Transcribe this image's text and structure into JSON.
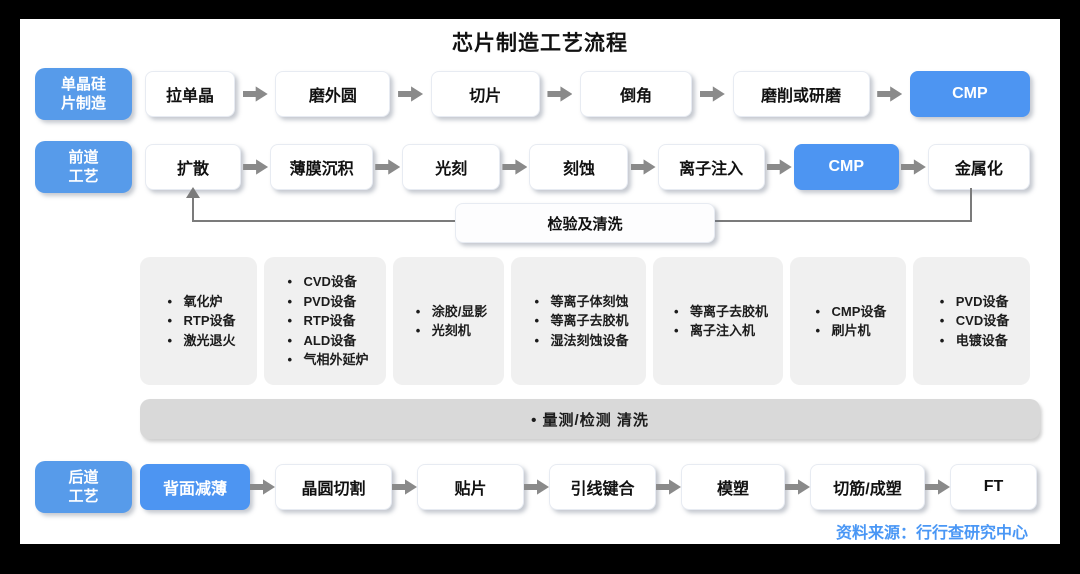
{
  "page": {
    "title": "芯片制造工艺流程",
    "source": "资料来源：行行查研究中心"
  },
  "colors": {
    "stage_label_blue": "#579bea",
    "highlight_step_blue": "#4d95f2",
    "arrow_gray": "#8a8a8a",
    "equipment_box_gray": "#f0f0f0",
    "metrology_bar_gray": "#d9d9d9",
    "source_text_blue": "#4a97f5"
  },
  "rows": {
    "wafer": {
      "label": "单晶硅片制造",
      "label_line1": "单晶硅",
      "label_line2": "片制造",
      "steps": [
        "拉单晶",
        "磨外圆",
        "切片",
        "倒角",
        "磨削或研磨",
        "CMP"
      ]
    },
    "front": {
      "label": "前道工艺",
      "label_line1": "前道",
      "label_line2": "工艺",
      "steps": [
        "扩散",
        "薄膜沉积",
        "光刻",
        "刻蚀",
        "离子注入",
        "CMP",
        "金属化"
      ],
      "feedback": "检验及清洗"
    },
    "back": {
      "label": "后道工艺",
      "label_line1": "后道",
      "label_line2": "工艺",
      "steps": [
        "背面减薄",
        "晶圆切割",
        "贴片",
        "引线键合",
        "模塑",
        "切筋/成塑",
        "FT"
      ]
    }
  },
  "equipment": [
    {
      "items": [
        "氧化炉",
        "RTP设备",
        "激光退火"
      ]
    },
    {
      "items": [
        "CVD设备",
        "PVD设备",
        "RTP设备",
        "ALD设备",
        "气相外延炉"
      ]
    },
    {
      "items": [
        "涂胶/显影",
        "光刻机"
      ]
    },
    {
      "items": [
        "等离子体刻蚀",
        "等离子去胶机",
        "湿法刻蚀设备"
      ]
    },
    {
      "items": [
        "等离子去胶机",
        "离子注入机"
      ]
    },
    {
      "items": [
        "CMP设备",
        "刷片机"
      ]
    },
    {
      "items": [
        "PVD设备",
        "CVD设备",
        "电镀设备"
      ]
    }
  ],
  "metrology_bar": "•  量测/检测  清洗"
}
